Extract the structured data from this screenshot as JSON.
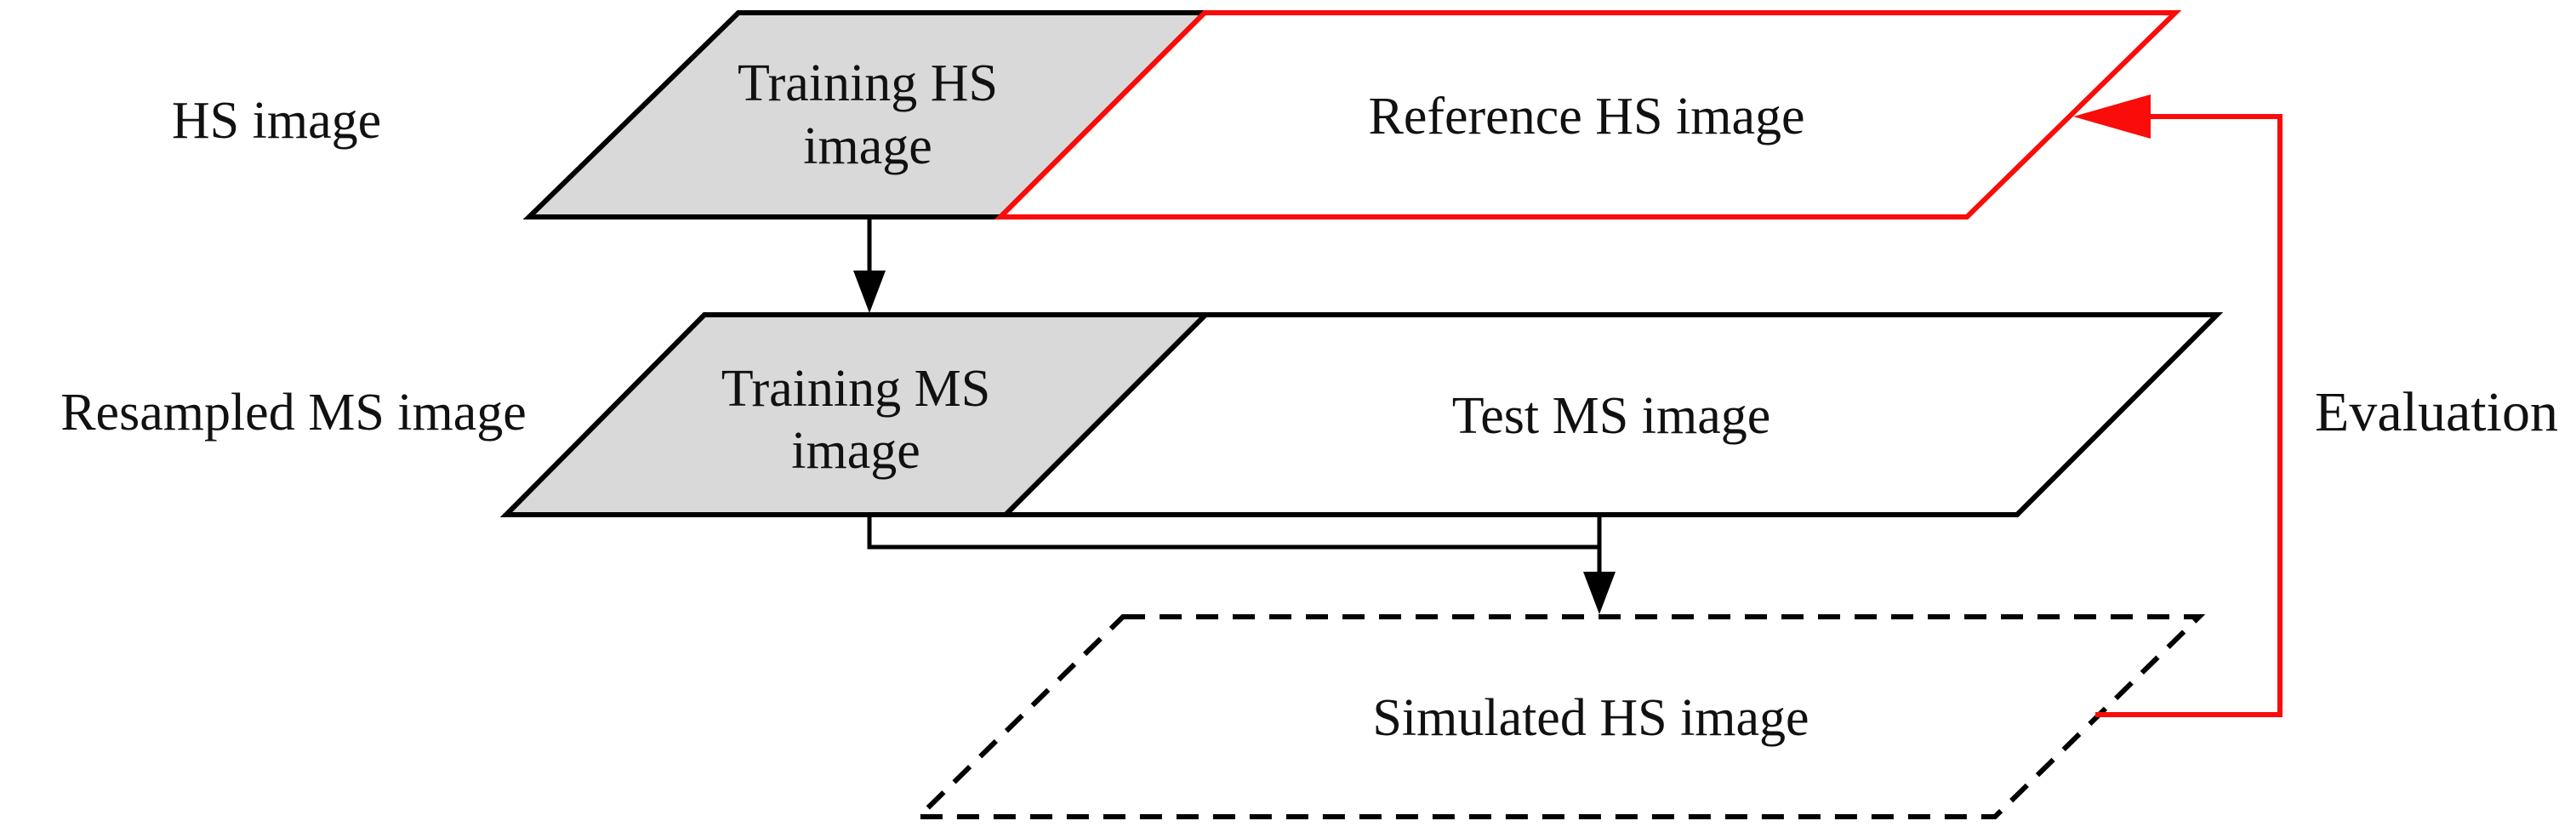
{
  "diagram": {
    "row_labels": {
      "hs_row": "HS image",
      "ms_row": "Resampled MS image"
    },
    "nodes": {
      "training_hs_line1": "Training HS",
      "training_hs_line2": "image",
      "reference_hs": "Reference HS image",
      "training_ms_line1": "Training MS",
      "training_ms_line2": "image",
      "test_ms": "Test MS image",
      "simulated_hs": "Simulated HS image"
    },
    "edges": {
      "evaluation_label": "Evaluation"
    },
    "colors": {
      "red": "#f90c0a",
      "black": "#000000",
      "gray_fill": "#d9d9d9",
      "white": "#ffffff"
    }
  }
}
